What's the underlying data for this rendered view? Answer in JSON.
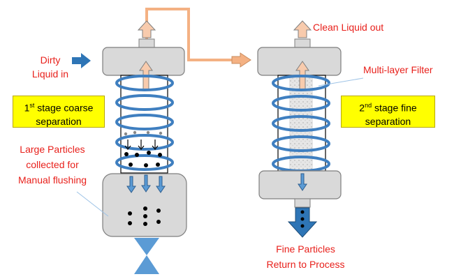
{
  "labels": {
    "dirty_liquid_line1": "Dirty",
    "dirty_liquid_line2": "Liquid in",
    "clean_liquid_out": "Clean Liquid out",
    "multi_layer_filter": "Multi-layer Filter",
    "large_particles_line1": "Large Particles",
    "large_particles_line2": "collected for",
    "large_particles_line3": "Manual flushing",
    "fine_particles_line1": "Fine Particles",
    "fine_particles_line2": "Return to Process"
  },
  "stage1": {
    "ordinal": "1",
    "suffix": "st",
    "line1_rest": " stage coarse",
    "line2": "separation"
  },
  "stage2": {
    "ordinal": "2",
    "suffix": "nd",
    "line1_rest": " stage fine",
    "line2": "separation"
  },
  "colors": {
    "label_red": "#e8201b",
    "stage_box": "#ffff00",
    "vessel_grey": "#d9d9d9",
    "vessel_border": "#7f7f7f",
    "spiral_blue": "#3f7fc0",
    "inlet_blue": "#2e75b6",
    "transfer_pipe_peach": "#f4b183",
    "valve_blue": "#5b9bd5",
    "particle_black": "#000000"
  }
}
